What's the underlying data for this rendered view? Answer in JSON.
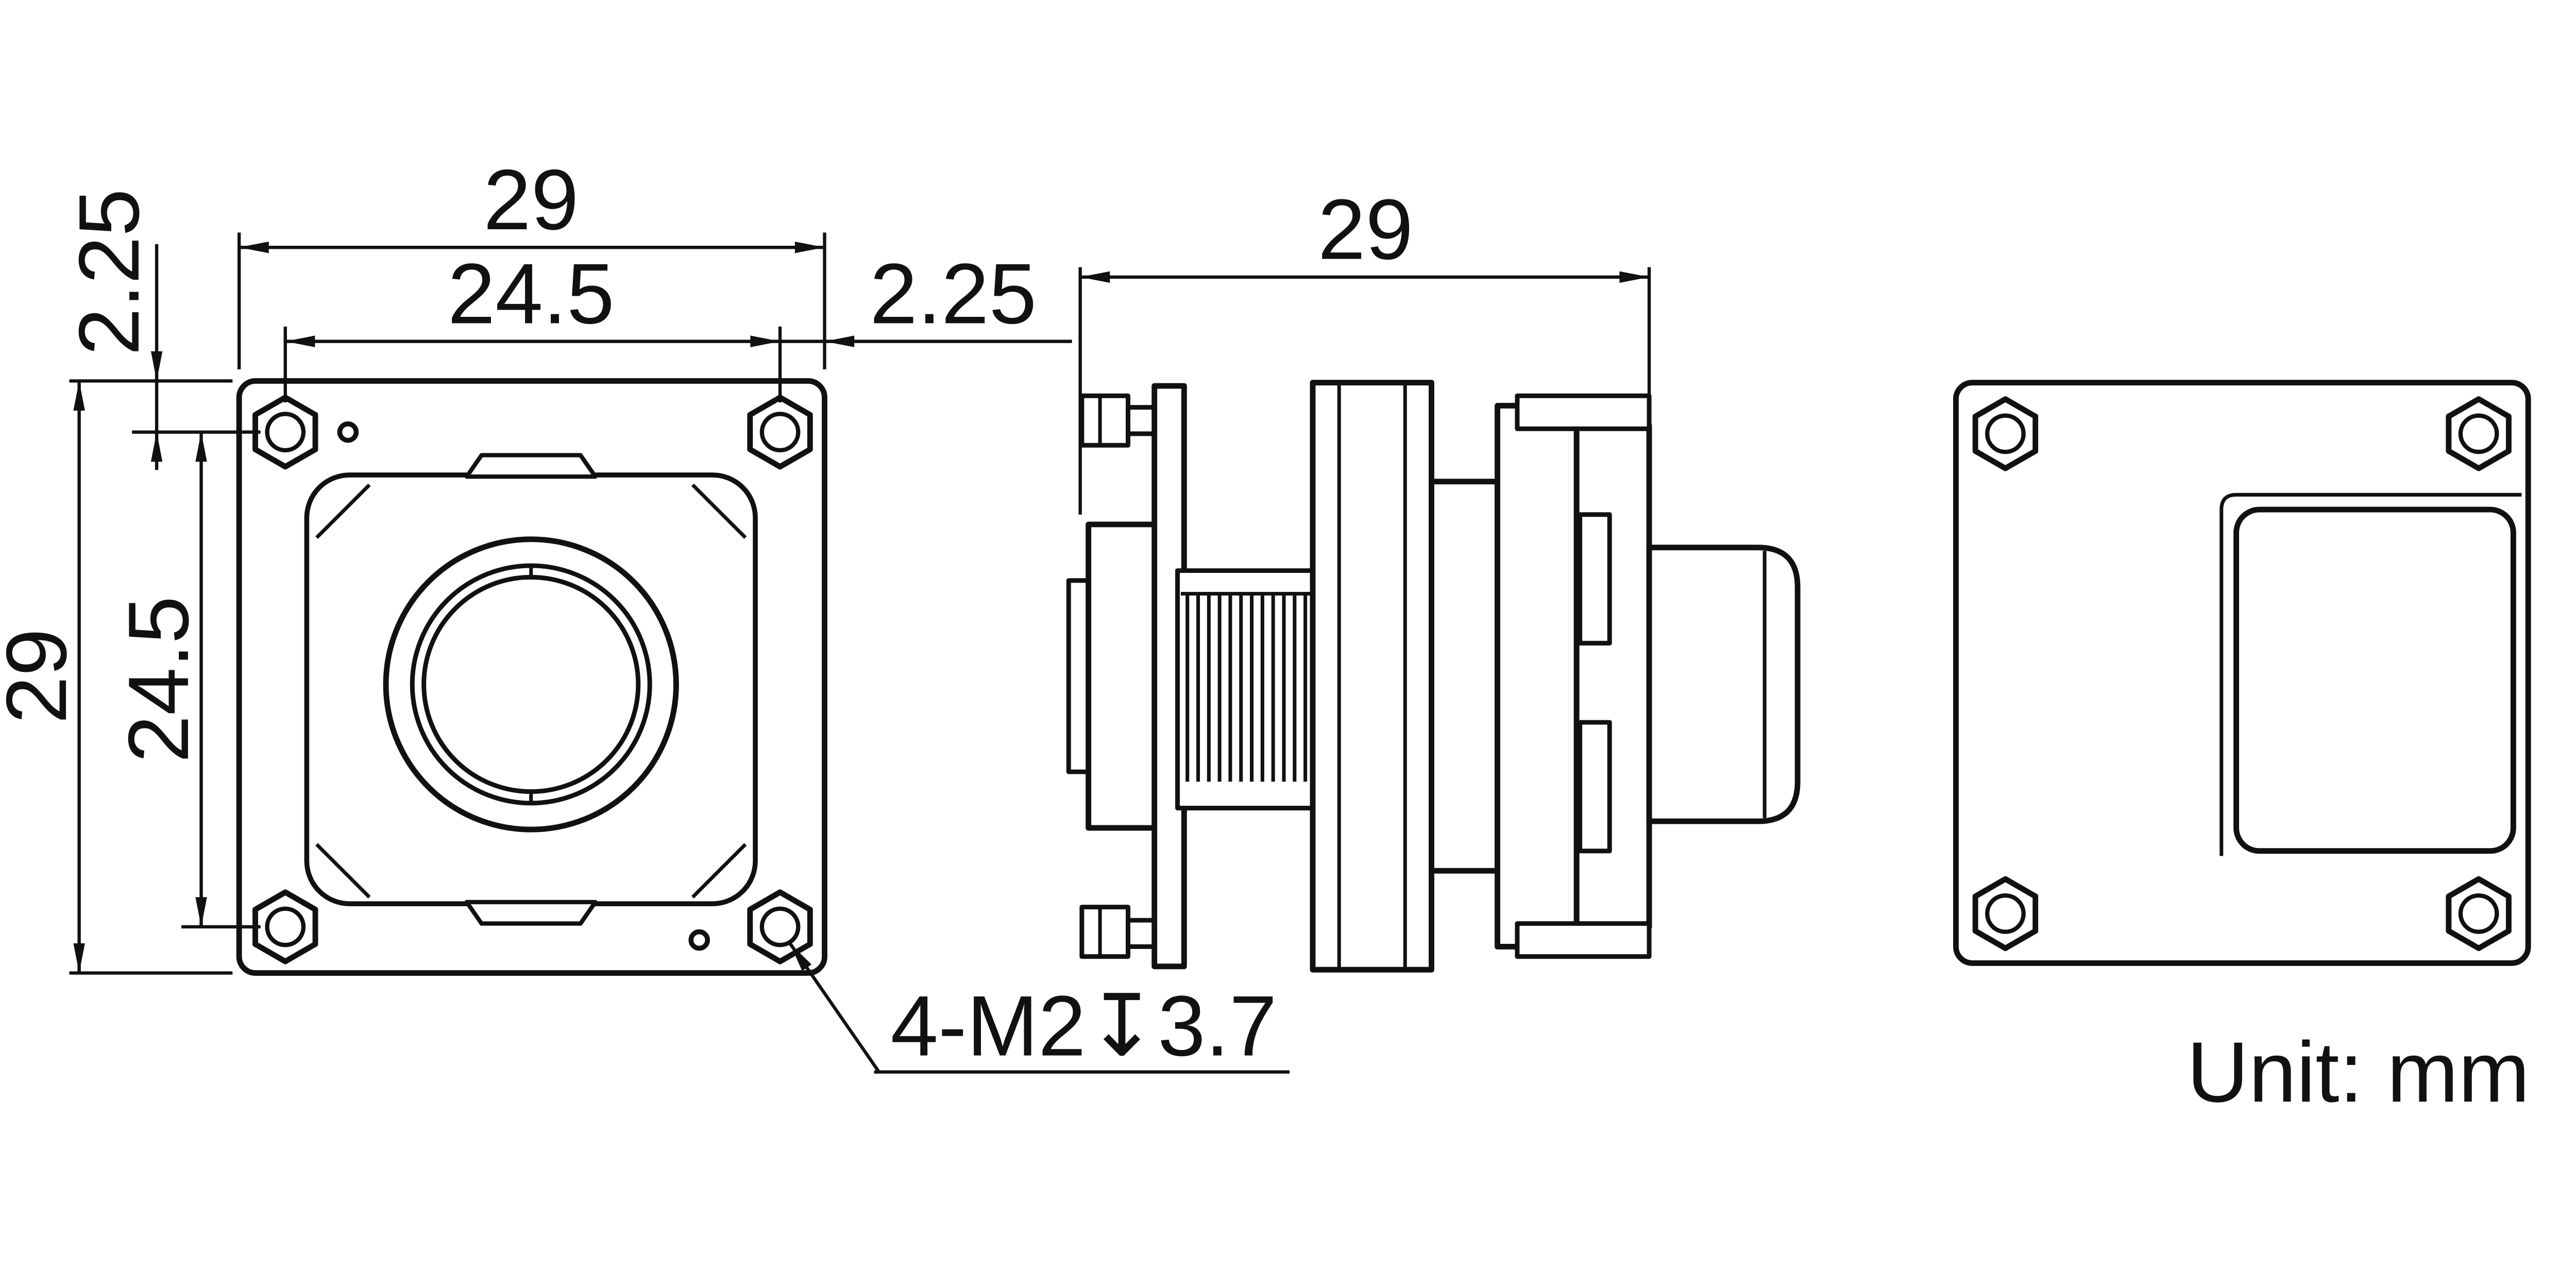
{
  "drawing": {
    "front_view": {
      "dim_width_outer": "29",
      "dim_width_inner": "24.5",
      "dim_offset_top": "2.25",
      "dim_offset_right": "2.25",
      "dim_height_outer": "29",
      "dim_height_inner": "24.5",
      "thread_note": "4-M2↧3.7"
    },
    "side_view": {
      "dim_width": "29"
    },
    "unit_note": "Unit: mm",
    "colors": {
      "line": "#111111",
      "background": "#ffffff"
    }
  }
}
